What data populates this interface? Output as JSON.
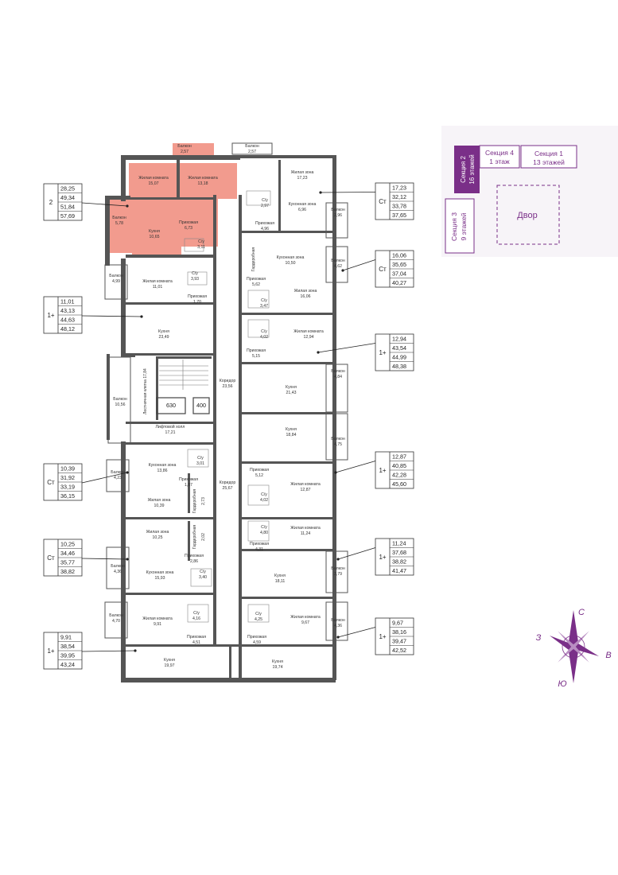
{
  "colors": {
    "highlight": "#f29b8e",
    "wall": "#555555",
    "section_key": "#7a2f88",
    "compass": "#7a2f88"
  },
  "apartments": [
    {
      "type": "2",
      "areas": [
        "28,25",
        "49,34",
        "51,84",
        "57,69"
      ]
    },
    {
      "type": "1+",
      "areas": [
        "11,01",
        "43,13",
        "44,63",
        "48,12"
      ]
    },
    {
      "type": "Ст",
      "areas": [
        "10,39",
        "31,92",
        "33,19",
        "36,15"
      ]
    },
    {
      "type": "Ст",
      "areas": [
        "10,25",
        "34,46",
        "35,77",
        "38,82"
      ]
    },
    {
      "type": "1+",
      "areas": [
        "9,91",
        "38,54",
        "39,95",
        "43,24"
      ]
    },
    {
      "type": "Ст",
      "areas": [
        "17,23",
        "32,12",
        "33,78",
        "37,65"
      ]
    },
    {
      "type": "Ст",
      "areas": [
        "16,06",
        "35,65",
        "37,04",
        "40,27"
      ]
    },
    {
      "type": "1+",
      "areas": [
        "12,94",
        "43,54",
        "44,99",
        "48,38"
      ]
    },
    {
      "type": "1+",
      "areas": [
        "12,87",
        "40,85",
        "42,28",
        "45,60"
      ]
    },
    {
      "type": "1+",
      "areas": [
        "11,24",
        "37,68",
        "38,82",
        "41,47"
      ]
    },
    {
      "type": "1+",
      "areas": [
        "9,67",
        "38,16",
        "39,47",
        "42,52"
      ]
    }
  ],
  "rooms": [
    {
      "label": "Балкон",
      "area": "2,57"
    },
    {
      "label": "Балкон",
      "area": "2,57"
    },
    {
      "label": "Жилая комната",
      "area": "15,07"
    },
    {
      "label": "Жилая комната",
      "area": "13,18"
    },
    {
      "label": "Жилая зона",
      "area": "17,23"
    },
    {
      "label": "Балкон",
      "area": "5,78"
    },
    {
      "label": "Кухня",
      "area": "10,65"
    },
    {
      "label": "Прихожая",
      "area": "6,73"
    },
    {
      "label": "С/у",
      "area": "3,11"
    },
    {
      "label": "С/у",
      "area": "2,97"
    },
    {
      "label": "Кухонная зона",
      "area": "6,96"
    },
    {
      "label": "Прихожая",
      "area": "4,96"
    },
    {
      "label": "Балкон",
      "area": "2,96"
    },
    {
      "label": "Балкон",
      "area": "4,99"
    },
    {
      "label": "Жилая комната",
      "area": "11,01"
    },
    {
      "label": "С/у",
      "area": "3,93"
    },
    {
      "label": "Прихожая",
      "area": "1,70"
    },
    {
      "label": "Кухня",
      "area": "23,49"
    },
    {
      "label": "Кухонная зона",
      "area": "10,50"
    },
    {
      "label": "Прихожая",
      "area": "5,62"
    },
    {
      "label": "Жилая зона",
      "area": "16,06"
    },
    {
      "label": "С/у",
      "area": "3,47"
    },
    {
      "label": "С/у",
      "area": "4,02"
    },
    {
      "label": "Балкон",
      "area": "4,62"
    },
    {
      "label": "Прихожая",
      "area": "5,15"
    },
    {
      "label": "Жилая комната",
      "area": "12,94"
    },
    {
      "label": "Коридор",
      "area": "23,56"
    },
    {
      "label": "Кухня",
      "area": "21,43"
    },
    {
      "label": "Балкон",
      "area": "10,56"
    },
    {
      "label": "Балкон",
      "area": "4,84"
    },
    {
      "label": "Лифтовой холл",
      "area": "17,21"
    },
    {
      "label": "Кухня",
      "area": "18,84"
    },
    {
      "label": "Балкон",
      "area": "4,75"
    },
    {
      "label": "Кухонная зона",
      "area": "13,86"
    },
    {
      "label": "Прихожая",
      "area": "1,87"
    },
    {
      "label": "С/у",
      "area": "3,01"
    },
    {
      "label": "Балкон",
      "area": "4,23"
    },
    {
      "label": "Жилая зона",
      "area": "10,39"
    },
    {
      "label": "Коридор",
      "area": "25,67"
    },
    {
      "label": "Прихожая",
      "area": "5,12"
    },
    {
      "label": "Жилая комната",
      "area": "12,87"
    },
    {
      "label": "С/у",
      "area": "4,02"
    },
    {
      "label": "С/у",
      "area": "4,80"
    },
    {
      "label": "Жилая зона",
      "area": "10,25"
    },
    {
      "label": "Жилая комната",
      "area": "11,24"
    },
    {
      "label": "Прихожая",
      "area": "2,86"
    },
    {
      "label": "Прихожая",
      "area": "4,31"
    },
    {
      "label": "С/у",
      "area": "3,40"
    },
    {
      "label": "Балкон",
      "area": "4,36"
    },
    {
      "label": "Кухонная зона",
      "area": "15,93"
    },
    {
      "label": "Кухня",
      "area": "18,11"
    },
    {
      "label": "Балкон",
      "area": "3,79"
    },
    {
      "label": "Балкон",
      "area": "4,70"
    },
    {
      "label": "Жилая комната",
      "area": "9,91"
    },
    {
      "label": "С/у",
      "area": "4,16"
    },
    {
      "label": "С/у",
      "area": "4,25"
    },
    {
      "label": "Жилая комната",
      "area": "9,67"
    },
    {
      "label": "Балкон",
      "area": "4,36"
    },
    {
      "label": "Прихожая",
      "area": "4,51"
    },
    {
      "label": "Прихожая",
      "area": "4,59"
    },
    {
      "label": "Кухня",
      "area": "19,97"
    },
    {
      "label": "Кухня",
      "area": "19,74"
    }
  ],
  "vertical_rooms": [
    {
      "label": "Лестничная клетка",
      "area": "17,84"
    },
    {
      "label": "Гардеробная",
      "area": "2,73"
    },
    {
      "label": "Гардеробная",
      "area": "2,02"
    },
    {
      "label": "Гардеробная",
      "area": ""
    }
  ],
  "lifts": [
    "630",
    "400"
  ],
  "section_key": {
    "sec4": {
      "name": "Секция 4",
      "floors": "1 этаж"
    },
    "sec1": {
      "name": "Секция 1",
      "floors": "13 этажей"
    },
    "sec2": {
      "name": "Секция 2",
      "floors": "16 этажей"
    },
    "sec3": {
      "name": "Секция 3",
      "floors": "9 этажей"
    },
    "yard": "Двор"
  },
  "compass": {
    "n": "С",
    "s": "Ю",
    "w": "З",
    "e": "В"
  }
}
